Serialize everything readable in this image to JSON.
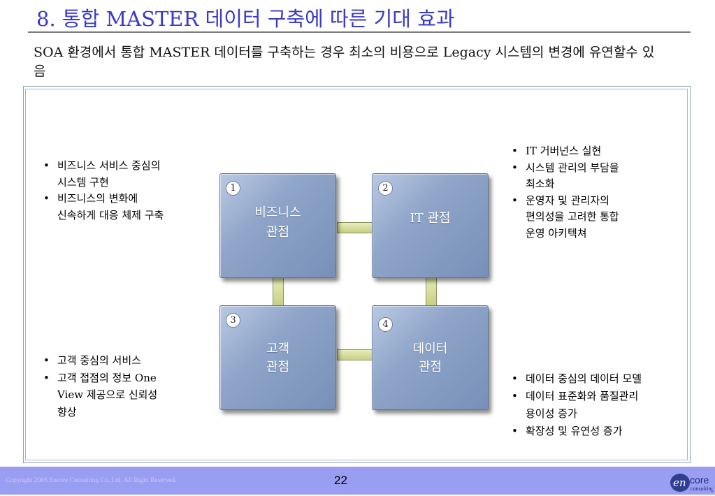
{
  "slide": {
    "title": "8. 통합 MASTER 데이터 구축에 따른 기대 효과",
    "subtitle": "SOA 환경에서 통합 MASTER 데이터를 구축하는 경우 최소의 비용으로 Legacy 시스템의 변경에 유연할수 있음"
  },
  "boxes": [
    {
      "num": "1",
      "line1": "비즈니스",
      "line2": "관점"
    },
    {
      "num": "2",
      "line1": "IT 관점",
      "line2": ""
    },
    {
      "num": "3",
      "line1": "고객",
      "line2": "관점"
    },
    {
      "num": "4",
      "line1": "데이터",
      "line2": "관점"
    }
  ],
  "bullets": {
    "business": [
      {
        "l1": "비즈니스 서비스 중심의",
        "l2": "시스템 구현"
      },
      {
        "l1": "비즈니스의 변화에",
        "l2": "신속하게 대응 체제 구축"
      }
    ],
    "it": [
      {
        "l1": "IT 거버넌스 실현",
        "l2": ""
      },
      {
        "l1": "시스템 관리의 부담을",
        "l2": "최소화"
      },
      {
        "l1": "운영자 및 관리자의",
        "l2": "편의성을 고려한 통합",
        "l3": "운영 아키텍쳐"
      }
    ],
    "customer": [
      {
        "l1": "고객 중심의 서비스",
        "l2": ""
      },
      {
        "l1": "고객 접점의 정보 One",
        "l2": "View 제공으로 신뢰성",
        "l3": "향상"
      }
    ],
    "data": [
      {
        "l1": "데이터 중심의 데이터 모델",
        "l2": ""
      },
      {
        "l1": "데이터 표준화와 품질관리",
        "l2": "용이성 증가"
      },
      {
        "l1": "확장성 및 유연성 증가",
        "l2": ""
      }
    ]
  },
  "footer": {
    "copyright": "Copyright 2005 Encore Consulting Co.,Ltd. All Right Reserved.",
    "page_number": "22",
    "logo_text_en": "en",
    "logo_text_core": "core",
    "logo_text_consulting": "consulting"
  },
  "colors": {
    "title": "#3a3ac8",
    "footer_bar": "#9a9ef2",
    "box_fill": "#8ea4c8",
    "connector": "#c7cf84"
  }
}
